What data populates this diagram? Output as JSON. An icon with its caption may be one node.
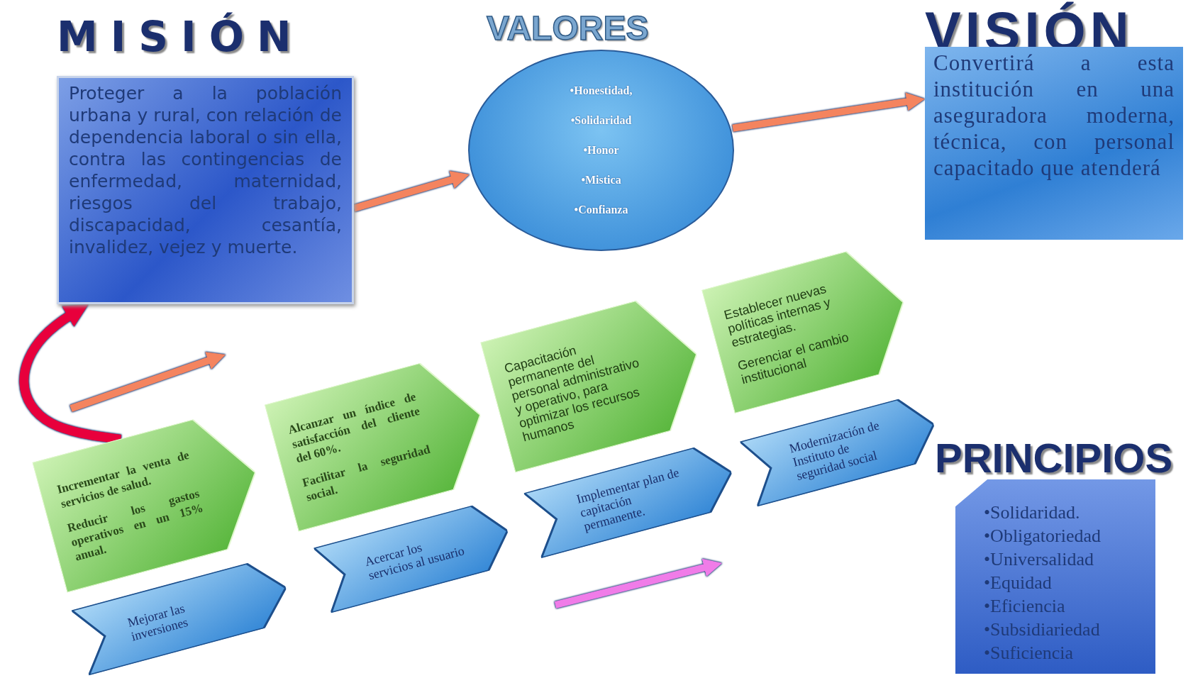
{
  "diagram": {
    "nodes": [
      {
        "text": [
          "MISIÓN",
          "Proteger a la población urbana y rural, con relación de dependencia laboral o sin ella, contra las contingencias de enfermedad, maternidad, riesgos del trabajo, discapacidad, cesantía, invalidez, vejez y muerte."
        ]
      },
      {
        "text": [
          "VALORES",
          "•Honestidad,",
          "•Solidaridad",
          "•Honor",
          "•Mistica",
          "•Confianza"
        ]
      },
      {
        "text": [
          "VISIÓN",
          "Convertirá a esta institución en una aseguradora moderna, técnica, con personal capacitado que atenderá"
        ]
      },
      {
        "text": [
          "PRINCIPIOS",
          "•Solidaridad.",
          "•Obligatoriedad",
          "•Universalidad",
          "•Equidad",
          "•Eficiencia",
          "•Subsidiariedad",
          "•Suficiencia"
        ]
      },
      {
        "text": [
          "Incrementar la venta de servicios de salud.",
          "Reducir los gastos operativos en un 15% anual."
        ]
      },
      {
        "text": [
          "Alcanzar un índice de satisfacción del cliente del 60%.",
          "Facilitar la seguridad social."
        ]
      },
      {
        "text": [
          "Capacitación permanente del personal administrativo y operativo, para optimizar los recursos humanos"
        ]
      },
      {
        "text": [
          "Establecer nuevas políticas internas y estrategias.",
          "Gerenciar el cambio institucional"
        ]
      },
      {
        "text": [
          "Mejorar las inversiones"
        ]
      },
      {
        "text": [
          "Acercar los servicios al usuario"
        ]
      },
      {
        "text": [
          "Implementar plan de capitación permanente."
        ]
      },
      {
        "text": [
          "Modernización de Instituto de seguridad social"
        ]
      }
    ],
    "edges": [
      {
        "from": 0,
        "to": 1,
        "arrow": "to"
      },
      {
        "from": 1,
        "to": 2,
        "arrow": "to"
      },
      {
        "from": 4,
        "to": 0,
        "arrow": "to",
        "color": "#e8003c"
      }
    ]
  }
}
